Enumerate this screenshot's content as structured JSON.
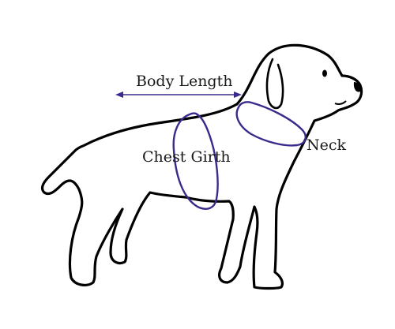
{
  "labels": {
    "body_length": "Body Length",
    "chest_girth": "Chest Girth",
    "neck": "Neck"
  },
  "colors": {
    "outline": "#000000",
    "measure": "#3a2a8c",
    "background": "#ffffff"
  }
}
